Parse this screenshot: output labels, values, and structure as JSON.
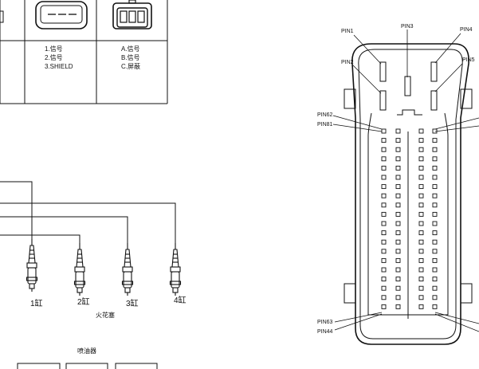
{
  "table": {
    "col1": [
      "1.信号",
      "2.信号",
      "3.SHIELD"
    ],
    "col2": [
      "A.信号",
      "B.信号",
      "C.屏蔽"
    ]
  },
  "sensors": {
    "labels": [
      "1缸",
      "2缸",
      "3缸",
      "4缸"
    ],
    "caption": "火花塞",
    "box_title": "喷油器"
  },
  "connector": {
    "pin_labels": {
      "p1": "PIN1",
      "p2": "PIN2",
      "p3": "PIN3",
      "p4": "PIN4",
      "p5": "PIN5",
      "p62": "PIN62",
      "p81": "PIN81",
      "p63": "PIN63",
      "p44": "PIN44"
    },
    "pin_rows": 20
  }
}
